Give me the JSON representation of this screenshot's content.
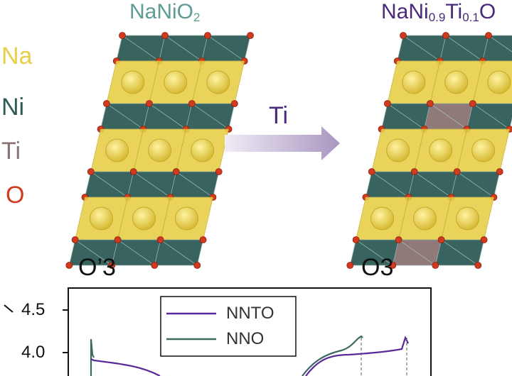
{
  "colors": {
    "na": "#e8cf4a",
    "ni": "#2f5b56",
    "ti": "#8a7272",
    "o": "#d03a1e",
    "left_title": "#5e9b95",
    "right_title": "#4a2a7a",
    "arrow": "#b7a6c9",
    "nnto": "#5a2a9a",
    "nno": "#3e6a62"
  },
  "element_legend": [
    {
      "symbol": "Na",
      "color": "#e8cf4a"
    },
    {
      "symbol": "Ni",
      "color": "#2f5b56"
    },
    {
      "symbol": "Ti",
      "color": "#8a7272"
    },
    {
      "symbol": "O",
      "color": "#d03a1e"
    }
  ],
  "left": {
    "title_main": "NaNiO",
    "title_sub": "2",
    "structure_label": "O’3"
  },
  "right": {
    "title_a": "NaNi",
    "sub_a": "0.9",
    "title_b": "Ti",
    "sub_b": "0.1",
    "title_c": "O",
    "structure_label": "O3"
  },
  "arrow_label": "Ti",
  "plot": {
    "y_ticks": [
      "4.5",
      "4.0"
    ],
    "legend": [
      {
        "name": "NNTO",
        "color": "#5a2a9a"
      },
      {
        "name": "NNO",
        "color": "#3e6a62"
      }
    ]
  }
}
